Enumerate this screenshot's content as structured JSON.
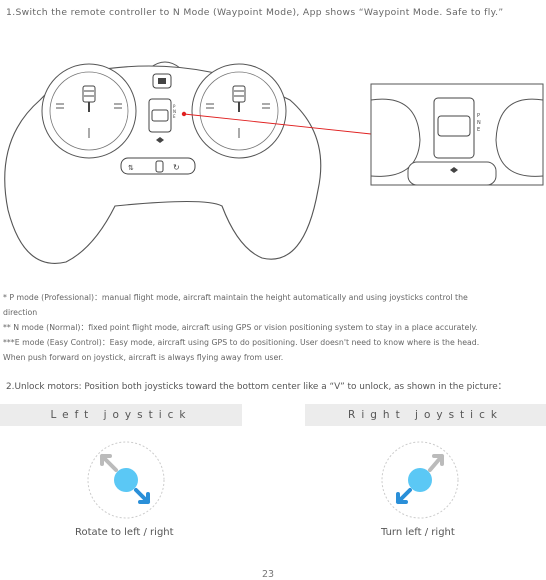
{
  "step1": "1.Switch the remote controller to N Mode (Waypoint Mode), App shows “Waypoint Mode. Safe to fly.”",
  "mode_labels": [
    "P",
    "N",
    "E"
  ],
  "notes": [
    "*      P mode (Professional)：manual flight mode, aircraft maintain the height automatically and using joysticks control the",
    "direction",
    "**    N mode (Normal)：fixed point flight mode, aircraft using GPS or vision positioning system to stay in a place accurately.",
    "***E mode (Easy  Control)：Easy mode, aircraft using GPS to do positioning. User doesn't need to know where is the head.",
    "When push forward on joystick, aircraft is always flying away from user."
  ],
  "step2": "2.Unlock motors: Position both joysticks toward the bottom center like a “V” to unlock, as shown in the picture：",
  "left_joystick": {
    "title": "Left joystick",
    "caption": "Rotate to left / right"
  },
  "right_joystick": {
    "title": "Right joystick",
    "caption": "Turn left / right"
  },
  "page_number": "23",
  "colors": {
    "knob": "#5bc8f5",
    "arrow": "#2a8fd8",
    "arrow_gray": "#bbbbbb",
    "pointer": "#e02020",
    "bar": "#ececec"
  }
}
